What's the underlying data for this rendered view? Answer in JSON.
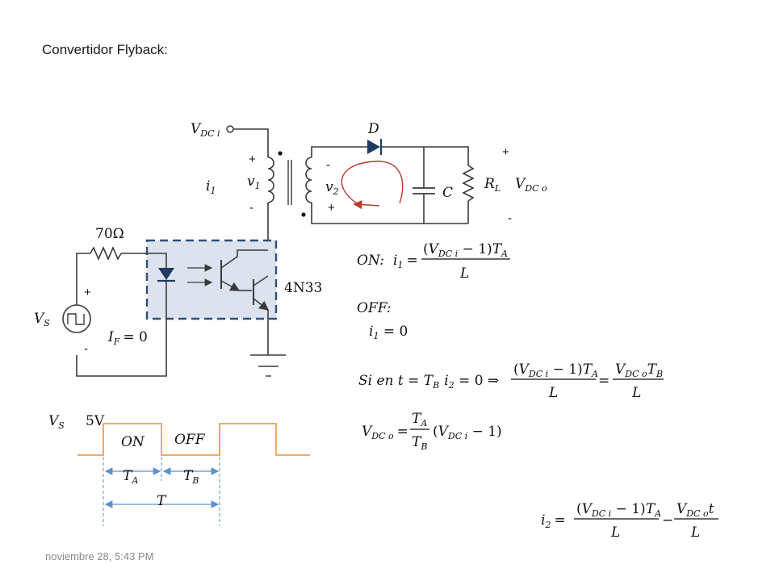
{
  "title": "Convertidor Flyback:",
  "footer": "noviembre 28, 5:43 PM",
  "colors": {
    "wire": "#3a3a3a",
    "diode": "#1f3a5f",
    "optocoupler_fill": "#dce3ef",
    "optocoupler_border": "#2e4f7a",
    "waveform": "#f0a050",
    "timing_arrows": "#5b8fd0",
    "loop_arrow": "#c0392b"
  },
  "circuit": {
    "vdc_in": {
      "base": "V",
      "sub": "DC i"
    },
    "current_i1": {
      "base": "i",
      "sub": "1"
    },
    "v1": {
      "base": "v",
      "sub": "1"
    },
    "v1_plus": "+",
    "v1_minus": "-",
    "v2": {
      "base": "v",
      "sub": "2"
    },
    "v2_minus": "-",
    "v2_plus": "+",
    "diode": "D",
    "capacitor": "C",
    "load": {
      "base": "R",
      "sub": "L"
    },
    "vdc_out": {
      "base": "V",
      "sub": "DC o"
    },
    "vout_plus": "+",
    "vout_minus": "-",
    "resistor": "70Ω",
    "optocoupler": "4N33",
    "source": {
      "base": "V",
      "sub": "S"
    },
    "source_plus": "+",
    "source_minus": "-",
    "forward_current": {
      "base": "I",
      "sub": "F",
      "rest": "= 0"
    }
  },
  "waveform": {
    "signal": {
      "base": "V",
      "sub": "S"
    },
    "amplitude": "5V",
    "on_label": "ON",
    "off_label": "OFF",
    "ta": {
      "base": "T",
      "sub": "A"
    },
    "tb": {
      "base": "T",
      "sub": "B"
    },
    "period": "T"
  },
  "equations": {
    "on": {
      "label": "ON:",
      "lhs": "i",
      "lhs_sub": "1",
      "num_base": "V",
      "num_sub": "DC i",
      "num_rest": " − 1)",
      "num_t": "T",
      "num_t_sub": "A",
      "den": "L"
    },
    "off": {
      "label": "OFF:",
      "expr": "i",
      "expr_sub": "1",
      "expr_rest": " = 0"
    },
    "cond": {
      "prefix": "Si en t = T",
      "prefix_sub": "B",
      "mid": "i",
      "mid_sub": "2",
      "mid_rest": " = 0 ⇒",
      "den": "L",
      "rhs_num": "V",
      "rhs_num_sub": "DC o",
      "rhs_num_t": "T",
      "rhs_num_t_sub": "B",
      "rhs_den": "L"
    },
    "vout": {
      "lhs": "V",
      "lhs_sub": "DC o",
      "frac_num": "T",
      "frac_num_sub": "A",
      "frac_den": "T",
      "frac_den_sub": "B",
      "paren_base": "V",
      "paren_sub": "DC i",
      "paren_rest": " − 1)"
    },
    "i2": {
      "lhs": "i",
      "lhs_sub": "2",
      "num_base": "V",
      "num_sub": "DC i",
      "num_rest": " − 1)",
      "num_t": "T",
      "num_t_sub": "A",
      "den": "L",
      "minus": "−",
      "rhs_num": "V",
      "rhs_num_sub": "DC o",
      "rhs_t": "t",
      "rhs_den": "L"
    }
  }
}
